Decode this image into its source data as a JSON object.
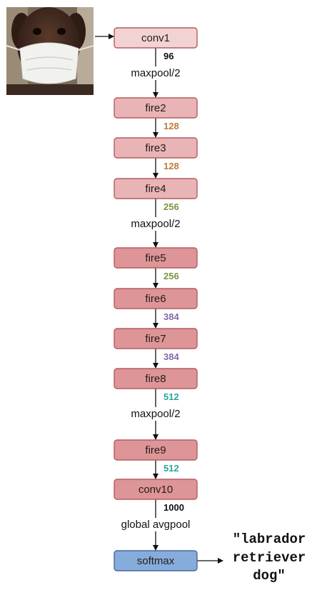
{
  "colors": {
    "light_fill": "#f2d3d3",
    "mid_fill": "#e8b4b5",
    "dark_fill": "#dd9597",
    "node_stroke": "#b55b60",
    "softmax_fill": "#86acdc",
    "softmax_stroke": "#46689a",
    "arrow": "#111111",
    "label_black": "#111111",
    "label_orange": "#c07a3c",
    "label_green": "#7a9442",
    "label_purple": "#8a68a8",
    "label_teal": "#2aa49a"
  },
  "input_image": {
    "icon": "dog-wearing-mask-photo"
  },
  "nodes": [
    {
      "id": "conv1",
      "label": "conv1",
      "shade": "light"
    },
    {
      "id": "fire2",
      "label": "fire2",
      "shade": "mid"
    },
    {
      "id": "fire3",
      "label": "fire3",
      "shade": "mid"
    },
    {
      "id": "fire4",
      "label": "fire4",
      "shade": "mid"
    },
    {
      "id": "fire5",
      "label": "fire5",
      "shade": "dark"
    },
    {
      "id": "fire6",
      "label": "fire6",
      "shade": "dark"
    },
    {
      "id": "fire7",
      "label": "fire7",
      "shade": "dark"
    },
    {
      "id": "fire8",
      "label": "fire8",
      "shade": "dark"
    },
    {
      "id": "fire9",
      "label": "fire9",
      "shade": "dark"
    },
    {
      "id": "conv10",
      "label": "conv10",
      "shade": "dark"
    },
    {
      "id": "softmax",
      "label": "softmax",
      "shade": "blue"
    }
  ],
  "edges": [
    {
      "from": "conv1",
      "to": "fire2",
      "channels": "96",
      "channels_color": "label_black",
      "op": "maxpool/2"
    },
    {
      "from": "fire2",
      "to": "fire3",
      "channels": "128",
      "channels_color": "label_orange",
      "op": ""
    },
    {
      "from": "fire3",
      "to": "fire4",
      "channels": "128",
      "channels_color": "label_orange",
      "op": ""
    },
    {
      "from": "fire4",
      "to": "fire5",
      "channels": "256",
      "channels_color": "label_green",
      "op": "maxpool/2"
    },
    {
      "from": "fire5",
      "to": "fire6",
      "channels": "256",
      "channels_color": "label_green",
      "op": ""
    },
    {
      "from": "fire6",
      "to": "fire7",
      "channels": "384",
      "channels_color": "label_purple",
      "op": ""
    },
    {
      "from": "fire7",
      "to": "fire8",
      "channels": "384",
      "channels_color": "label_purple",
      "op": ""
    },
    {
      "from": "fire8",
      "to": "fire9",
      "channels": "512",
      "channels_color": "label_teal",
      "op": "maxpool/2"
    },
    {
      "from": "fire9",
      "to": "conv10",
      "channels": "512",
      "channels_color": "label_teal",
      "op": ""
    },
    {
      "from": "conv10",
      "to": "softmax",
      "channels": "1000",
      "channels_color": "label_black",
      "op": "global avgpool"
    }
  ],
  "output": {
    "lines": [
      "\"labrador",
      "retriever",
      "dog\""
    ]
  }
}
